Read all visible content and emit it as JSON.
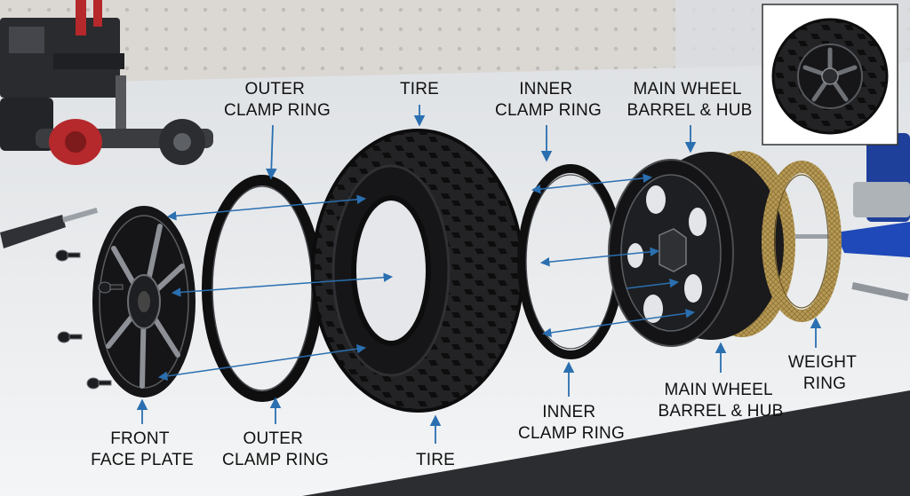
{
  "labels": {
    "outer_clamp_ring_top": [
      "OUTER",
      "CLAMP RING"
    ],
    "tire_top": [
      "TIRE"
    ],
    "inner_clamp_ring_top": [
      "INNER",
      "CLAMP RING"
    ],
    "main_wheel_top": [
      "MAIN WHEEL",
      "BARREL & HUB"
    ],
    "front_face_plate": [
      "FRONT",
      "FACE PLATE"
    ],
    "outer_clamp_ring_bottom": [
      "OUTER",
      "CLAMP RING"
    ],
    "tire_bottom": [
      "TIRE"
    ],
    "inner_clamp_ring_bottom": [
      "INNER",
      "CLAMP RING"
    ],
    "main_wheel_bottom": [
      "MAIN WHEEL",
      "BARREL & HUB"
    ],
    "weight_ring": [
      "WEIGHT",
      "RING"
    ]
  },
  "colors": {
    "label_text": "#111111",
    "callout_arrow": "#2a6fb0",
    "rubber": "#1b1b1d",
    "rim_black": "#141416",
    "brass": "#b89a55",
    "workbench": "#eef0f2",
    "pegboard": "#cfc8bd",
    "accent_blue": "#1e3f9a",
    "accent_red": "#b5282b"
  },
  "icons": {
    "screw": "screw-icon",
    "screwdriver": "screwdriver-icon",
    "crawler_chassis": "rc-crawler-chassis-icon",
    "assembled_wheel": "assembled-wheel-inset-icon"
  }
}
